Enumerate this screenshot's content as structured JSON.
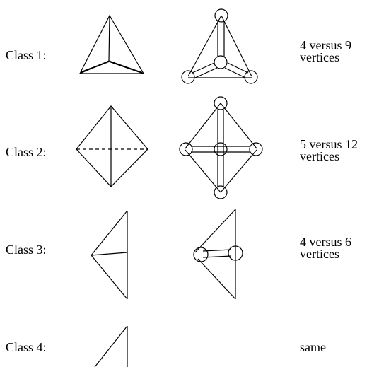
{
  "rows": [
    {
      "label": "Class 1:",
      "note_line1": "4 versus 9",
      "note_line2": "vertices"
    },
    {
      "label": "Class 2:",
      "note_line1": "5 versus 12",
      "note_line2": "vertices"
    },
    {
      "label": "Class 3:",
      "note_line1": "4 versus 6",
      "note_line2": "vertices"
    },
    {
      "label": "Class 4:",
      "note_line1": "same",
      "note_line2": ""
    }
  ]
}
